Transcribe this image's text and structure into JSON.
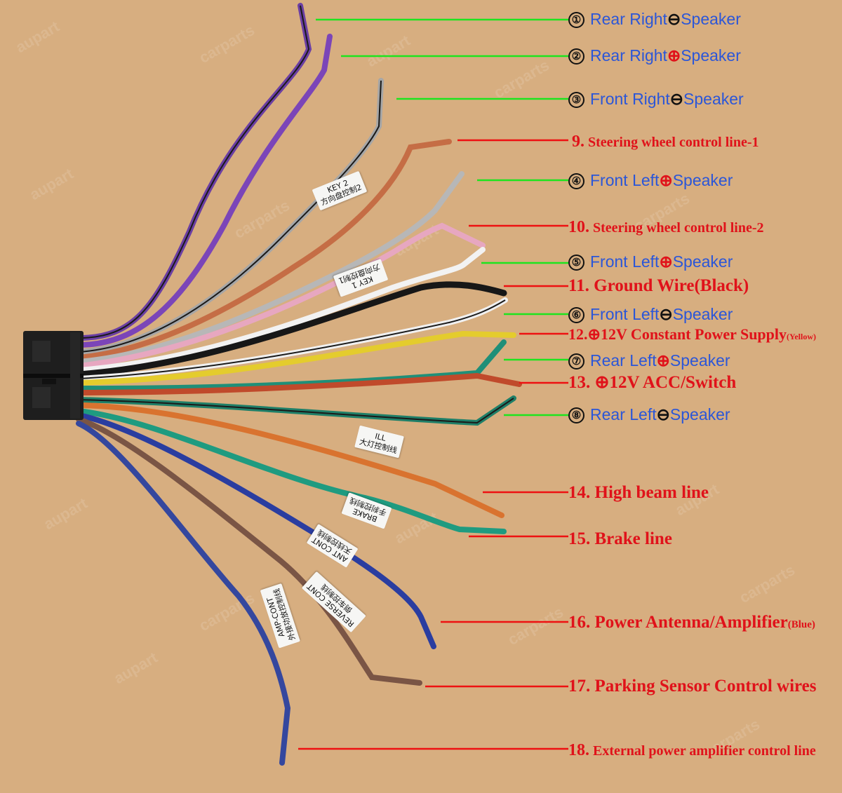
{
  "colors": {
    "background": "#d7ae80",
    "leader_green": "#1ee41e",
    "leader_red": "#ee1111",
    "label_blue": "#2b56d8",
    "label_red": "#e0121a"
  },
  "watermarks": [
    "aupart",
    "carparts",
    "aupart",
    "carparts",
    "aupart",
    "carparts",
    "aupart",
    "carparts",
    "aupart",
    "carparts",
    "aupart",
    "carparts",
    "aupart",
    "carparts",
    "aupart",
    "carparts"
  ],
  "labels": [
    {
      "id": "rr-neg",
      "kind": "speaker",
      "num": "①",
      "pre": "Rear Right",
      "mark": "minus",
      "post": "Speaker"
    },
    {
      "id": "rr-pos",
      "kind": "speaker",
      "num": "②",
      "pre": "Rear Right",
      "mark": "plus",
      "post": "Speaker"
    },
    {
      "id": "fr-neg",
      "kind": "speaker",
      "num": "③",
      "pre": "Front Right",
      "mark": "minus",
      "post": "Speaker"
    },
    {
      "id": "steer-1",
      "kind": "function",
      "num": "9.",
      "text": "Steering wheel control line-1"
    },
    {
      "id": "fl-pos-4",
      "kind": "speaker",
      "num": "④",
      "pre": "Front Left",
      "mark": "plus",
      "post": "Speaker"
    },
    {
      "id": "steer-2",
      "kind": "function",
      "num": "10.",
      "text": "Steering wheel control line-2"
    },
    {
      "id": "fl-pos-5",
      "kind": "speaker",
      "num": "⑤",
      "pre": "Front Left",
      "mark": "plus",
      "post": "Speaker"
    },
    {
      "id": "ground",
      "kind": "function",
      "num": "11.",
      "text": "Ground Wire(Black)"
    },
    {
      "id": "fl-neg",
      "kind": "speaker",
      "num": "⑥",
      "pre": "Front Left",
      "mark": "minus",
      "post": "Speaker"
    },
    {
      "id": "const-12v",
      "kind": "function",
      "num": "12.",
      "mark": "plus",
      "text": "12V Constant Power Supply",
      "suffix": "(Yellow)"
    },
    {
      "id": "rl-pos",
      "kind": "speaker",
      "num": "⑦",
      "pre": "Rear Left",
      "mark": "plus",
      "post": "Speaker"
    },
    {
      "id": "acc-12v",
      "kind": "function",
      "num": "13.",
      "mark": "plus",
      "text": "12V ACC/Switch"
    },
    {
      "id": "rl-neg",
      "kind": "speaker",
      "num": "⑧",
      "pre": "Rear Left",
      "mark": "minus",
      "post": "Speaker"
    },
    {
      "id": "high-beam",
      "kind": "function",
      "num": "14.",
      "text": "High beam line"
    },
    {
      "id": "brake",
      "kind": "function",
      "num": "15.",
      "text": "Brake line"
    },
    {
      "id": "antenna",
      "kind": "function",
      "num": "16.",
      "text": "Power Antenna/Amplifier",
      "suffix": "(Blue)"
    },
    {
      "id": "parking",
      "kind": "function",
      "num": "17.",
      "text": "Parking Sensor Control wires"
    },
    {
      "id": "ext-amp",
      "kind": "function",
      "num": "18.",
      "text": "External power amplifier control line"
    }
  ],
  "tags": [
    {
      "id": "key2",
      "line1": "KEY 2",
      "line2": "方向盘控制2"
    },
    {
      "id": "key1",
      "line1": "KEY 1",
      "line2": "方向盘控制1"
    },
    {
      "id": "ill",
      "line1": "ILL",
      "line2": "大灯控制线"
    },
    {
      "id": "brake",
      "line1": "BRAKE",
      "line2": "手刹控制线"
    },
    {
      "id": "ant",
      "line1": "ANT CONT",
      "line2": "天线控制线"
    },
    {
      "id": "reverse",
      "line1": "REVERSE CONT",
      "line2": "倒车控制线"
    },
    {
      "id": "amp",
      "line1": "AMP-CONT",
      "line2": "外接功放控制线"
    }
  ],
  "wires": [
    {
      "name": "rear-right-neg-wire",
      "color": "#6b3fa3",
      "stripe": "#1a1a1a"
    },
    {
      "name": "rear-right-pos-wire",
      "color": "#7b45b8"
    },
    {
      "name": "front-right-neg-wire",
      "color": "#a6a6a6",
      "stripe": "#1a1a1a"
    },
    {
      "name": "steering-1-wire",
      "color": "#c56d45"
    },
    {
      "name": "front-right-pos-wire",
      "color": "#b7b7b7"
    },
    {
      "name": "steering-2-wire",
      "color": "#e7a7c0"
    },
    {
      "name": "front-left-pos-wire",
      "color": "#f2f2f2"
    },
    {
      "name": "ground-wire",
      "color": "#171717"
    },
    {
      "name": "front-left-neg-wire",
      "color": "#f0f0f0",
      "stripe": "#1a1a1a"
    },
    {
      "name": "constant-12v-wire",
      "color": "#e4cc2d"
    },
    {
      "name": "rear-left-pos-wire",
      "color": "#1f8f78"
    },
    {
      "name": "acc-wire",
      "color": "#c04a2b"
    },
    {
      "name": "rear-left-neg-wire",
      "color": "#1f7f68",
      "stripe": "#1a1a1a"
    },
    {
      "name": "high-beam-wire",
      "color": "#d9732f"
    },
    {
      "name": "brake-wire",
      "color": "#1f9b80"
    },
    {
      "name": "antenna-wire",
      "color": "#2a3da0"
    },
    {
      "name": "parking-wire",
      "color": "#7a5545"
    },
    {
      "name": "ext-amp-wire",
      "color": "#34479e"
    }
  ]
}
